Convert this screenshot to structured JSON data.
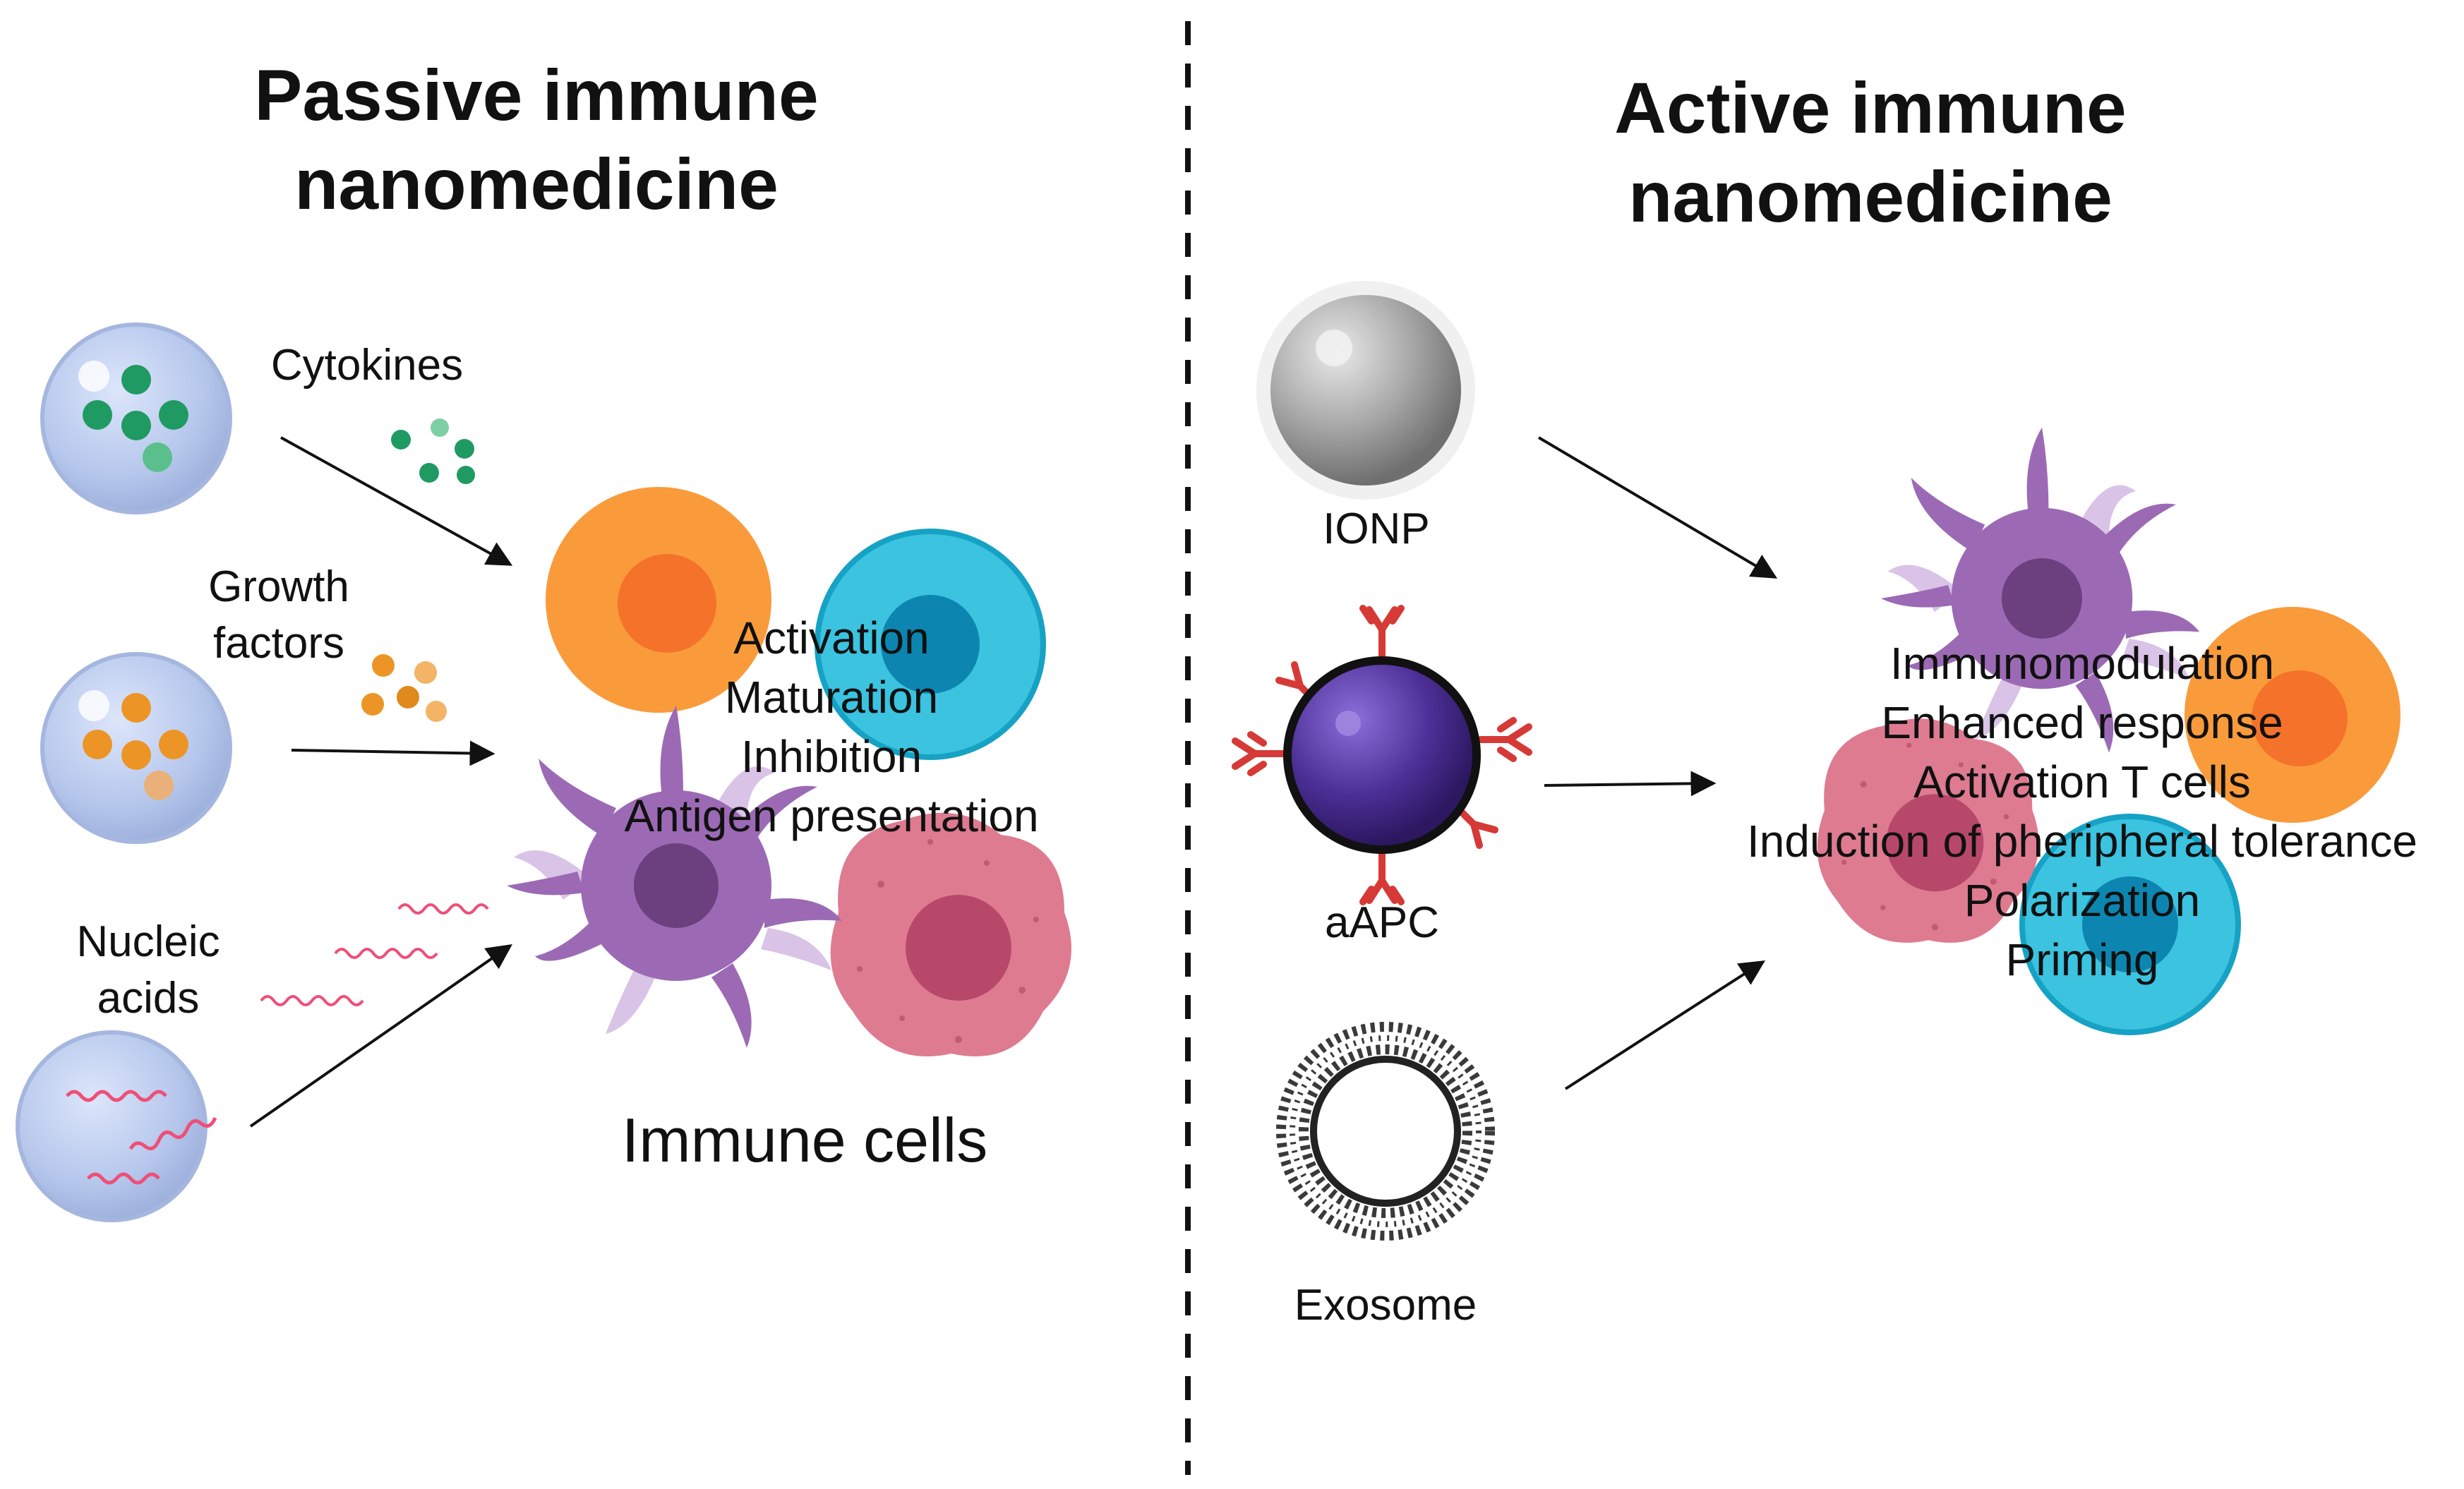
{
  "left_panel": {
    "title_line1": "Passive immune",
    "title_line2": "nanomedicine",
    "cargo": [
      {
        "label_line1": "Cytokines",
        "label_line2": ""
      },
      {
        "label_line1": "Growth",
        "label_line2": "factors"
      },
      {
        "label_line1": "Nucleic",
        "label_line2": "acids"
      }
    ],
    "effects": [
      "Activation",
      "Maturation",
      "Inhibition",
      "Antigen presentation"
    ],
    "target_label": "Immune cells"
  },
  "right_panel": {
    "title_line1": "Active immune",
    "title_line2": "nanomedicine",
    "agents": [
      "IONP",
      "aAPC",
      "Exosome"
    ],
    "effects": [
      "Immunomodulation",
      "Enhanced response",
      "Activation T cells",
      "Induction of pheripheral tolerance",
      "Polarization",
      "Priming"
    ]
  },
  "colors": {
    "orange_cell": "#f99b3b",
    "blue_cell": "#3bc3e0",
    "purple_cell": "#9c6ab4",
    "pink_cell": "#dd7890",
    "nanoparticle_blue": "#b8c8ec",
    "cytokine_green": "#1f9a63",
    "growth_factor_orange": "#ec9526",
    "nucleic_acid_pink": "#ee4f78",
    "ionp_gray": "#a9a9a9",
    "aapc_core": "#4c2f96",
    "aapc_antibody": "#d63a36"
  },
  "icons": [
    "nanoparticle-icon",
    "cytokine-icon",
    "growth-factor-icon",
    "nucleic-acid-icon",
    "t-cell-icon",
    "b-cell-icon",
    "dendritic-cell-icon",
    "macrophage-icon",
    "ionp-icon",
    "aapc-icon",
    "exosome-icon"
  ]
}
